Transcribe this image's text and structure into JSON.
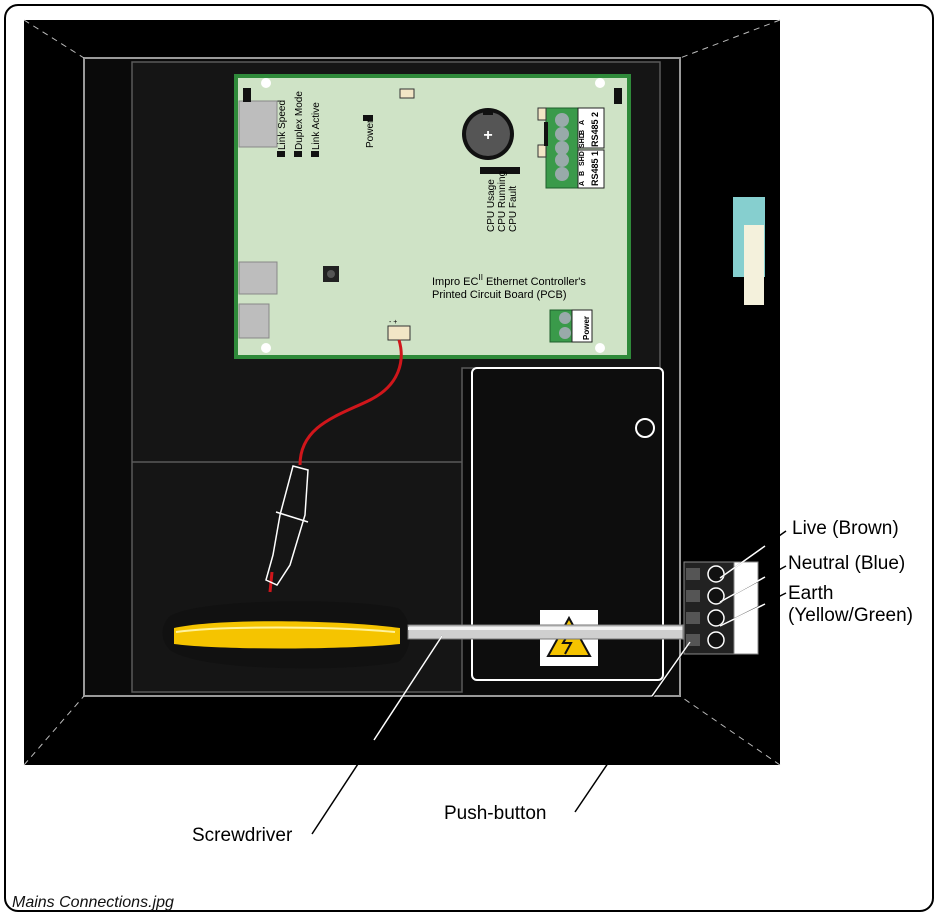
{
  "callouts": {
    "live": "Live (Brown)",
    "neutral": "Neutral (Blue)",
    "earth_line1": "Earth",
    "earth_line2": "(Yellow/Green)",
    "push_button": "Push-button",
    "screwdriver": "Screwdriver"
  },
  "pcb": {
    "leds": [
      "Link Speed",
      "Duplex Mode",
      "Link Active"
    ],
    "power_led": "Power",
    "cpu_leds": [
      "CPU Usage",
      "CPU Running",
      "CPU Fault"
    ],
    "rs485_2": "RS485 2",
    "rs485_1": "RS485 1",
    "terminal_labels": [
      "A",
      "B",
      "SHD"
    ],
    "power_terminal": "Power",
    "description_line1": "Impro EC",
    "description_sup": "II",
    "description_line1_rest": " Ethernet Controller's",
    "description_line2": "Printed Circuit Board (PCB)",
    "battery_plus": "+",
    "connector_polarity": "- +"
  },
  "caption": "Mains Connections.jpg",
  "colors": {
    "pcb_green": "#cfe3c6",
    "pcb_border": "#2f8a3a",
    "enclosure": "#000000",
    "panel": "#1c1c1c",
    "handle_yellow": "#f5c400",
    "wire_red": "#d0161b",
    "teal": "#86cfcf",
    "warning_yellow": "#f5c400"
  }
}
